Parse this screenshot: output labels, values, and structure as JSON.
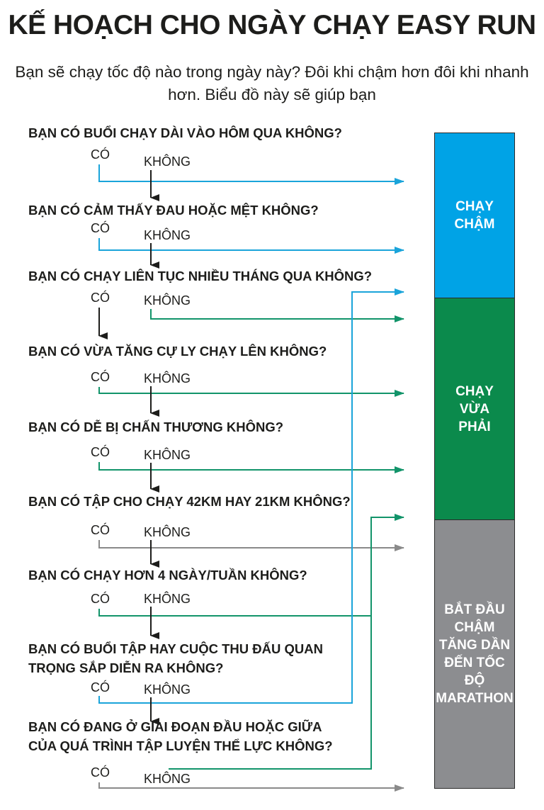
{
  "title": "KẾ HOẠCH CHO NGÀY CHẠY EASY RUN",
  "subtitle": "Bạn sẽ chạy tốc độ nào trong ngày này? Đôi khi chậm hơn đôi khi nhanh hơn. Biểu đồ này sẽ giúp bạn",
  "yes_label": "CÓ",
  "no_label": "KHÔNG",
  "questions": [
    "BẠN CÓ BUỔI CHẠY DÀI VÀO HÔM QUA KHÔNG?",
    "BẠN CÓ CẢM THẤY ĐAU HOẶC MỆT KHÔNG?",
    "BẠN CÓ CHẠY LIÊN TỤC NHIỀU THÁNG QUA KHÔNG?",
    "BẠN CÓ VỪA TĂNG CỰ LY CHẠY LÊN KHÔNG?",
    "BẠN CÓ DỄ BỊ CHẤN THƯƠNG KHÔNG?",
    "BẠN CÓ TẬP CHO CHẠY 42KM HAY 21KM KHÔNG?",
    "BẠN CÓ CHẠY HƠN 4 NGÀY/TUẦN KHÔNG?",
    "BẠN CÓ BUỔI TẬP HAY CUỘC THU ĐẤU QUAN\nTRỌNG SẮP DIỄN RA KHÔNG?",
    "BẠN CÓ ĐANG Ở GIAI ĐOẠN ĐẦU HOẶC GIỮA\nCỦA QUÁ TRÌNH TẬP LUYỆN THỂ LỰC KHÔNG?"
  ],
  "outcomes": {
    "slow": "CHẠY\nCHẬM",
    "moderate": "CHẠY\nVỪA\nPHẢI",
    "progressive": "BẮT ĐẦU\nCHẬM\nTĂNG DẦN\nĐẾN TỐC\nĐỘ\nMARATHON"
  },
  "colors": {
    "slow": "#00a3e6",
    "moderate": "#0b8a4c",
    "progressive": "#8c8d90",
    "blue_line": "#1aa4da",
    "green_line": "#12946a",
    "gray_line": "#8a8a8a",
    "black_arrow": "#1d1d1b"
  }
}
